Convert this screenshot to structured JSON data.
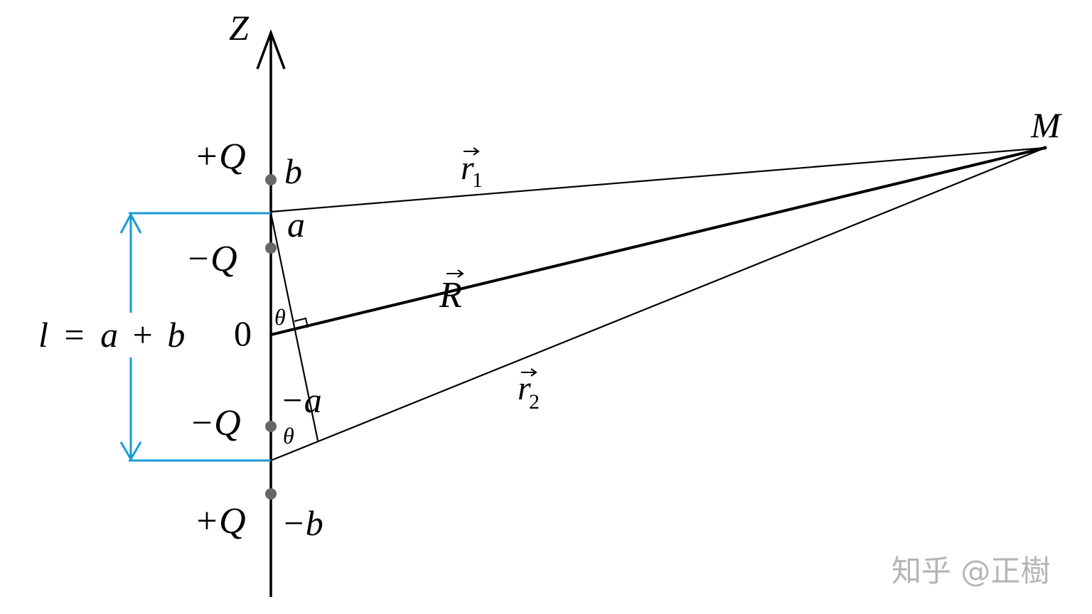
{
  "axis": {
    "label": "Z",
    "origin": "0"
  },
  "charges": {
    "top": {
      "charge": "+Q",
      "position": "b"
    },
    "upper": {
      "charge": "−Q",
      "position": "a"
    },
    "lower": {
      "charge": "−Q",
      "position": "−a"
    },
    "bottom": {
      "charge": "+Q",
      "position": "−b"
    }
  },
  "vectors": {
    "r1": {
      "symbol": "r",
      "subscript": "1"
    },
    "r2": {
      "symbol": "r",
      "subscript": "2"
    },
    "R": {
      "symbol": "R"
    }
  },
  "point": "M",
  "angles": {
    "theta": "θ"
  },
  "dimension": {
    "l": "l",
    "eq": "=",
    "a": "a",
    "plus": "+",
    "b": "b"
  },
  "watermark": "知乎 @正樹",
  "colors": {
    "ink": "#000000",
    "dimension": "#1a9ad6",
    "dot": "#666666",
    "watermark": "#b5b5b5"
  }
}
